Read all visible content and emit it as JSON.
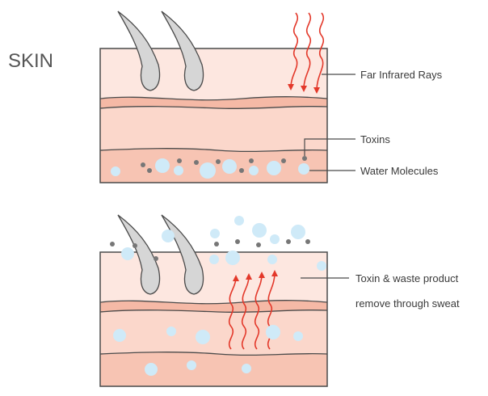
{
  "title": "SKIN",
  "labels": {
    "far_infrared": "Far Infrared Rays",
    "toxins": "Toxins",
    "water": "Water Molecules",
    "sweat_line1": "Toxin & waste product",
    "sweat_line2": "remove through sweat"
  },
  "colors": {
    "epidermis": "#fde7e0",
    "dermis": "#fbd7cb",
    "band": "#f5b9a6",
    "outline": "#4a4a4a",
    "hair": "#d6d6d6",
    "water": "#cfeaf8",
    "toxin": "#777777",
    "ray": "#e3382a"
  }
}
